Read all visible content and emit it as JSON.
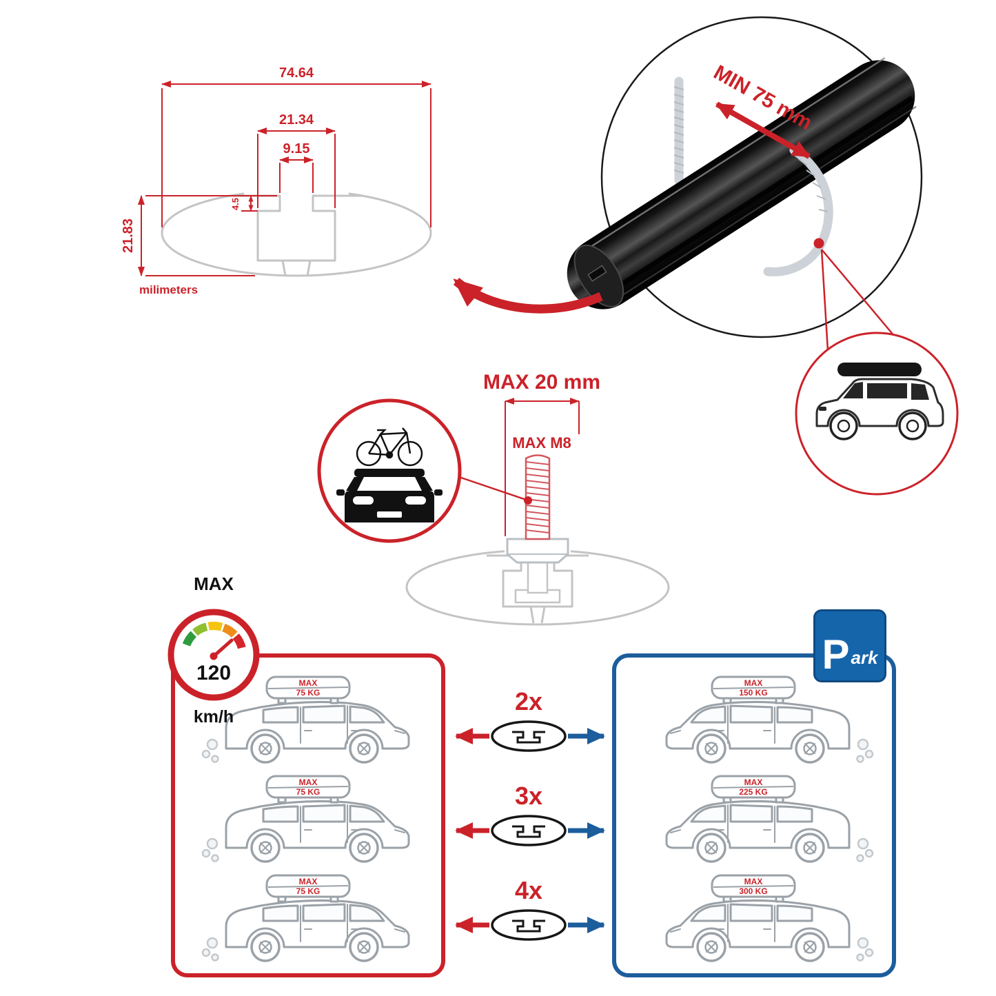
{
  "colors": {
    "red": "#cb2229",
    "blue": "#1c5d9c",
    "gray": "#c4c4c4",
    "black": "#1a1a1a",
    "park_blue": "#1565ab"
  },
  "cross_section": {
    "total_width": "74.64",
    "inner_width": "21.34",
    "slot_width": "9.15",
    "lip_depth": "4.5",
    "height": "21.83",
    "unit_label": "milimeters"
  },
  "bar_detail": {
    "min_clearance": "MIN 75 mm"
  },
  "bolt_detail": {
    "max_length": "MAX 20 mm",
    "max_thread": "MAX M8"
  },
  "speed_limit": {
    "title": "MAX",
    "value": "120",
    "unit": "km/h"
  },
  "park_sign": {
    "letter": "P",
    "suffix": "ark"
  },
  "load_info": {
    "rows": [
      {
        "multiplier": "2x",
        "left_box": {
          "line1": "MAX",
          "line2": "75 KG"
        },
        "right_box": {
          "line1": "MAX",
          "line2": "150 KG"
        }
      },
      {
        "multiplier": "3x",
        "left_box": {
          "line1": "MAX",
          "line2": "75 KG"
        },
        "right_box": {
          "line1": "MAX",
          "line2": "225 KG"
        }
      },
      {
        "multiplier": "4x",
        "left_box": {
          "line1": "MAX",
          "line2": "75 KG"
        },
        "right_box": {
          "line1": "MAX",
          "line2": "300 KG"
        }
      }
    ]
  }
}
